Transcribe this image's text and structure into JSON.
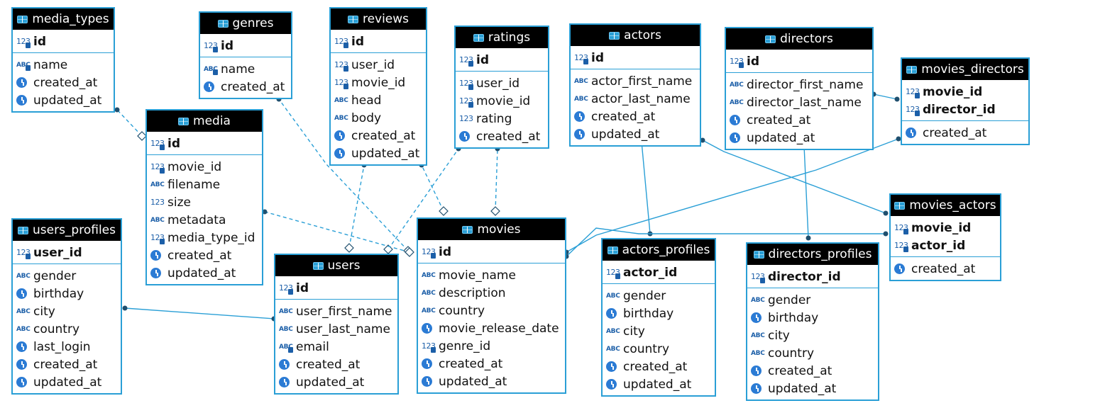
{
  "tables": [
    {
      "id": "media_types",
      "name": "media_types",
      "sections": [
        [
          {
            "name": "id",
            "type": "num",
            "key": true,
            "pk": true
          }
        ],
        [
          {
            "name": "name",
            "type": "abc",
            "key": true
          },
          {
            "name": "created_at",
            "type": "clock"
          },
          {
            "name": "updated_at",
            "type": "clock"
          }
        ]
      ]
    },
    {
      "id": "genres",
      "name": "genres",
      "sections": [
        [
          {
            "name": "id",
            "type": "num",
            "key": true,
            "pk": true
          }
        ],
        [
          {
            "name": "name",
            "type": "abc",
            "key": true
          },
          {
            "name": "created_at",
            "type": "clock"
          }
        ]
      ]
    },
    {
      "id": "reviews",
      "name": "reviews",
      "sections": [
        [
          {
            "name": "id",
            "type": "num",
            "key": true,
            "pk": true
          }
        ],
        [
          {
            "name": "user_id",
            "type": "num",
            "key": true
          },
          {
            "name": "movie_id",
            "type": "num",
            "key": true
          },
          {
            "name": "head",
            "type": "abc"
          },
          {
            "name": "body",
            "type": "abc"
          },
          {
            "name": "created_at",
            "type": "clock"
          },
          {
            "name": "updated_at",
            "type": "clock"
          }
        ]
      ]
    },
    {
      "id": "ratings",
      "name": "ratings",
      "sections": [
        [
          {
            "name": "id",
            "type": "num",
            "key": true,
            "pk": true
          }
        ],
        [
          {
            "name": "user_id",
            "type": "num",
            "key": true
          },
          {
            "name": "movie_id",
            "type": "num",
            "key": true
          },
          {
            "name": "rating",
            "type": "num"
          },
          {
            "name": "created_at",
            "type": "clock"
          }
        ]
      ]
    },
    {
      "id": "actors",
      "name": "actors",
      "sections": [
        [
          {
            "name": "id",
            "type": "num",
            "key": true,
            "pk": true
          }
        ],
        [
          {
            "name": "actor_first_name",
            "type": "abc"
          },
          {
            "name": "actor_last_name",
            "type": "abc"
          },
          {
            "name": "created_at",
            "type": "clock"
          },
          {
            "name": "updated_at",
            "type": "clock"
          }
        ]
      ]
    },
    {
      "id": "directors",
      "name": "directors",
      "sections": [
        [
          {
            "name": "id",
            "type": "num",
            "key": true,
            "pk": true
          }
        ],
        [
          {
            "name": "director_first_name",
            "type": "abc"
          },
          {
            "name": "director_last_name",
            "type": "abc"
          },
          {
            "name": "created_at",
            "type": "clock"
          },
          {
            "name": "updated_at",
            "type": "clock"
          }
        ]
      ]
    },
    {
      "id": "movies_directors",
      "name": "movies_directors",
      "sections": [
        [
          {
            "name": "movie_id",
            "type": "num",
            "key": true,
            "pk": true
          },
          {
            "name": "director_id",
            "type": "num",
            "key": true,
            "pk": true
          }
        ],
        [
          {
            "name": "created_at",
            "type": "clock"
          }
        ]
      ]
    },
    {
      "id": "media",
      "name": "media",
      "sections": [
        [
          {
            "name": "id",
            "type": "num",
            "key": true,
            "pk": true
          }
        ],
        [
          {
            "name": "movie_id",
            "type": "num",
            "key": true
          },
          {
            "name": "filename",
            "type": "abc"
          },
          {
            "name": "size",
            "type": "num"
          },
          {
            "name": "metadata",
            "type": "abc"
          },
          {
            "name": "media_type_id",
            "type": "num",
            "key": true
          },
          {
            "name": "created_at",
            "type": "clock"
          },
          {
            "name": "updated_at",
            "type": "clock"
          }
        ]
      ]
    },
    {
      "id": "users_profiles",
      "name": "users_profiles",
      "sections": [
        [
          {
            "name": "user_id",
            "type": "num",
            "key": true,
            "pk": true
          }
        ],
        [
          {
            "name": "gender",
            "type": "abc"
          },
          {
            "name": "birthday",
            "type": "clock"
          },
          {
            "name": "city",
            "type": "abc"
          },
          {
            "name": "country",
            "type": "abc"
          },
          {
            "name": "last_login",
            "type": "clock"
          },
          {
            "name": "created_at",
            "type": "clock"
          },
          {
            "name": "updated_at",
            "type": "clock"
          }
        ]
      ]
    },
    {
      "id": "users",
      "name": "users",
      "sections": [
        [
          {
            "name": "id",
            "type": "num",
            "key": true,
            "pk": true
          }
        ],
        [
          {
            "name": "user_first_name",
            "type": "abc"
          },
          {
            "name": "user_last_name",
            "type": "abc"
          },
          {
            "name": "email",
            "type": "abc",
            "key": true
          },
          {
            "name": "created_at",
            "type": "clock"
          },
          {
            "name": "updated_at",
            "type": "clock"
          }
        ]
      ]
    },
    {
      "id": "movies",
      "name": "movies",
      "sections": [
        [
          {
            "name": "id",
            "type": "num",
            "key": true,
            "pk": true
          }
        ],
        [
          {
            "name": "movie_name",
            "type": "abc"
          },
          {
            "name": "description",
            "type": "abc"
          },
          {
            "name": "country",
            "type": "abc"
          },
          {
            "name": "movie_release_date",
            "type": "clock"
          },
          {
            "name": "genre_id",
            "type": "num",
            "key": true
          },
          {
            "name": "created_at",
            "type": "clock"
          },
          {
            "name": "updated_at",
            "type": "clock"
          }
        ]
      ]
    },
    {
      "id": "actors_profiles",
      "name": "actors_profiles",
      "sections": [
        [
          {
            "name": "actor_id",
            "type": "num",
            "key": true,
            "pk": true
          }
        ],
        [
          {
            "name": "gender",
            "type": "abc"
          },
          {
            "name": "birthday",
            "type": "clock"
          },
          {
            "name": "city",
            "type": "abc"
          },
          {
            "name": "country",
            "type": "abc"
          },
          {
            "name": "created_at",
            "type": "clock"
          },
          {
            "name": "updated_at",
            "type": "clock"
          }
        ]
      ]
    },
    {
      "id": "directors_profiles",
      "name": "directors_profiles",
      "sections": [
        [
          {
            "name": "director_id",
            "type": "num",
            "key": true,
            "pk": true
          }
        ],
        [
          {
            "name": "gender",
            "type": "abc"
          },
          {
            "name": "birthday",
            "type": "clock"
          },
          {
            "name": "city",
            "type": "abc"
          },
          {
            "name": "country",
            "type": "abc"
          },
          {
            "name": "created_at",
            "type": "clock"
          },
          {
            "name": "updated_at",
            "type": "clock"
          }
        ]
      ]
    },
    {
      "id": "movies_actors",
      "name": "movies_actors",
      "sections": [
        [
          {
            "name": "movie_id",
            "type": "num",
            "key": true,
            "pk": true
          },
          {
            "name": "actor_id",
            "type": "num",
            "key": true,
            "pk": true
          }
        ],
        [
          {
            "name": "created_at",
            "type": "clock"
          }
        ]
      ]
    }
  ],
  "relations": [
    {
      "from": "media",
      "to": "media_types",
      "style": "dashed"
    },
    {
      "from": "movies",
      "to": "genres",
      "style": "dashed"
    },
    {
      "from": "users",
      "to": "reviews",
      "style": "dashed"
    },
    {
      "from": "movies",
      "to": "reviews",
      "style": "dashed"
    },
    {
      "from": "users",
      "to": "ratings",
      "style": "dashed"
    },
    {
      "from": "movies",
      "to": "ratings",
      "style": "dashed"
    },
    {
      "from": "movies",
      "to": "media",
      "style": "dashed"
    },
    {
      "from": "users_profiles",
      "to": "users",
      "style": "solid"
    },
    {
      "from": "actors_profiles",
      "to": "actors",
      "style": "solid"
    },
    {
      "from": "directors_profiles",
      "to": "directors",
      "style": "solid"
    },
    {
      "from": "movies_directors",
      "to": "directors",
      "style": "solid"
    },
    {
      "from": "movies_directors",
      "to": "movies",
      "style": "solid"
    },
    {
      "from": "movies_actors",
      "to": "actors",
      "style": "solid"
    },
    {
      "from": "movies_actors",
      "to": "movies",
      "style": "solid"
    }
  ],
  "colors": {
    "border": "#2a9fd6",
    "header": "#000000",
    "header_text": "#ffffff",
    "link": "#2a9fd6",
    "icon": "#1c5fa8"
  }
}
